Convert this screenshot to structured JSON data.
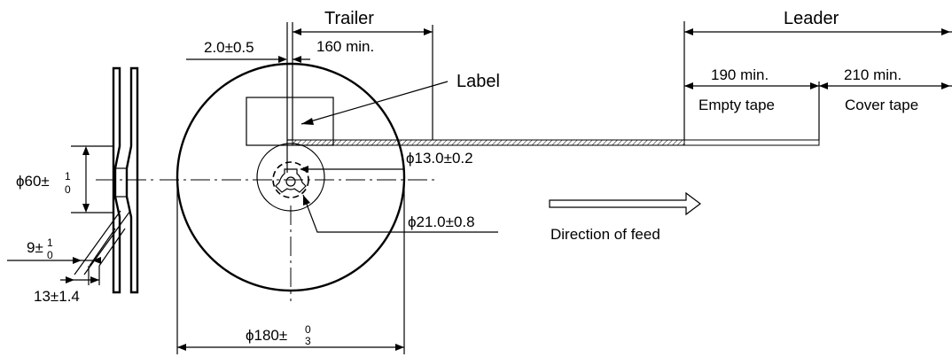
{
  "labels": {
    "trailer": "Trailer",
    "leader": "Leader",
    "label": "Label",
    "empty_tape": "Empty tape",
    "cover_tape": "Cover tape",
    "direction_of_feed": "Direction of feed"
  },
  "dimensions": {
    "gap": "2.0±0.5",
    "trailer_len": "160 min.",
    "empty_len": "190 min.",
    "cover_len": "210 min.",
    "arbor_dia": "ϕ13.0±0.2",
    "hub_dia": "ϕ21.0±0.8",
    "reel_dia_phi": "ϕ180±",
    "reel_dia_sup": "0",
    "reel_dia_sub": "3",
    "hub60_phi": "ϕ60±",
    "hub60_sup": "1",
    "hub60_sub": "0",
    "width9": "9±",
    "width9_sup": "1",
    "width9_sub": "0",
    "width13": "13±1.4"
  },
  "colors": {
    "line": "#000000",
    "background": "#ffffff"
  }
}
